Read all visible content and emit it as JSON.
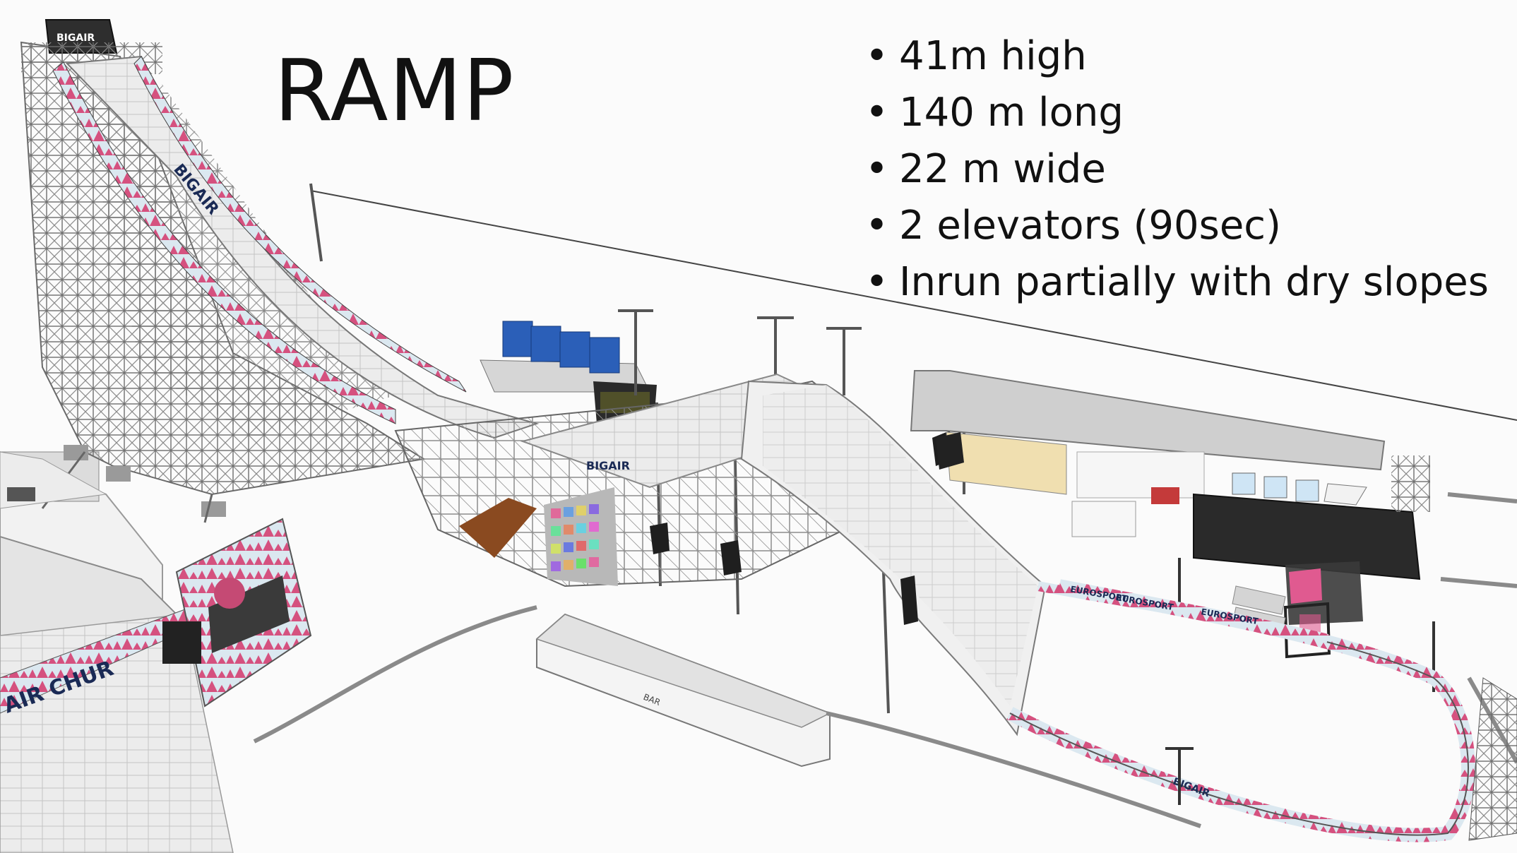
{
  "slide": {
    "title": "RAMP",
    "facts": [
      "41m high",
      "140 m long",
      "22 m wide",
      "2 elevators (90sec)",
      "Inrun partially with dry slopes"
    ],
    "bullet_glyph": "•"
  },
  "scene": {
    "top_sign": "BIGAIR",
    "side_banner": "BIGAIR",
    "side_banner_mid": "BIGAIR",
    "bar_label": "BAR",
    "outrun_banners": [
      "EUROSPORT",
      "EUROSPORT",
      "EUROSPORT",
      "BIGAIR"
    ],
    "left_banner": "AIR CHUR",
    "colors": {
      "truss": "#7a7a7a",
      "banner": "#d8e6ef",
      "banner_pattern": "#d04a78",
      "deck": "#e9e9e9",
      "cube": "#2b5fb8",
      "tent_roof": "#cfcfcf",
      "stage": "#2a2a2a"
    }
  }
}
